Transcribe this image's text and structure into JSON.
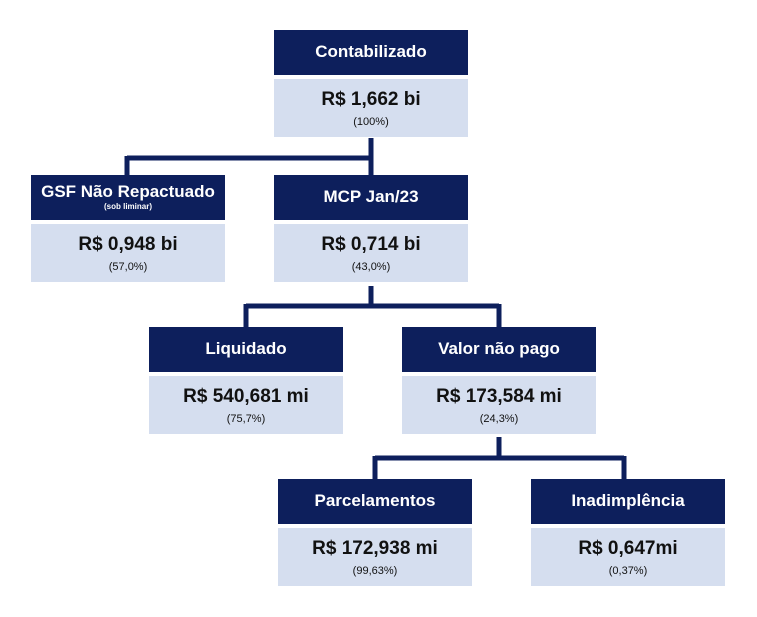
{
  "nodes": {
    "contabilizado": {
      "title": "Contabilizado",
      "value": "R$ 1,662 bi",
      "pct": "(100%)"
    },
    "gsf": {
      "title": "GSF Não Repactuado",
      "subtitle": "(sob liminar)",
      "value": "R$ 0,948 bi",
      "pct": "(57,0%)"
    },
    "mcp": {
      "title": "MCP Jan/23",
      "value": "R$ 0,714 bi",
      "pct": "(43,0%)"
    },
    "liquidado": {
      "title": "Liquidado",
      "value": "R$ 540,681 mi",
      "pct": "(75,7%)"
    },
    "valor_nao_pago": {
      "title": "Valor não pago",
      "value": "R$ 173,584 mi",
      "pct": "(24,3%)"
    },
    "parcelamentos": {
      "title": "Parcelamentos",
      "value": "R$ 172,938 mi",
      "pct": "(99,63%)"
    },
    "inadimplencia": {
      "title": "Inadimplência",
      "value": "R$ 0,647mi",
      "pct": "(0,37%)"
    }
  },
  "colors": {
    "header": "#0d1f5c",
    "body": "#d5deef"
  }
}
